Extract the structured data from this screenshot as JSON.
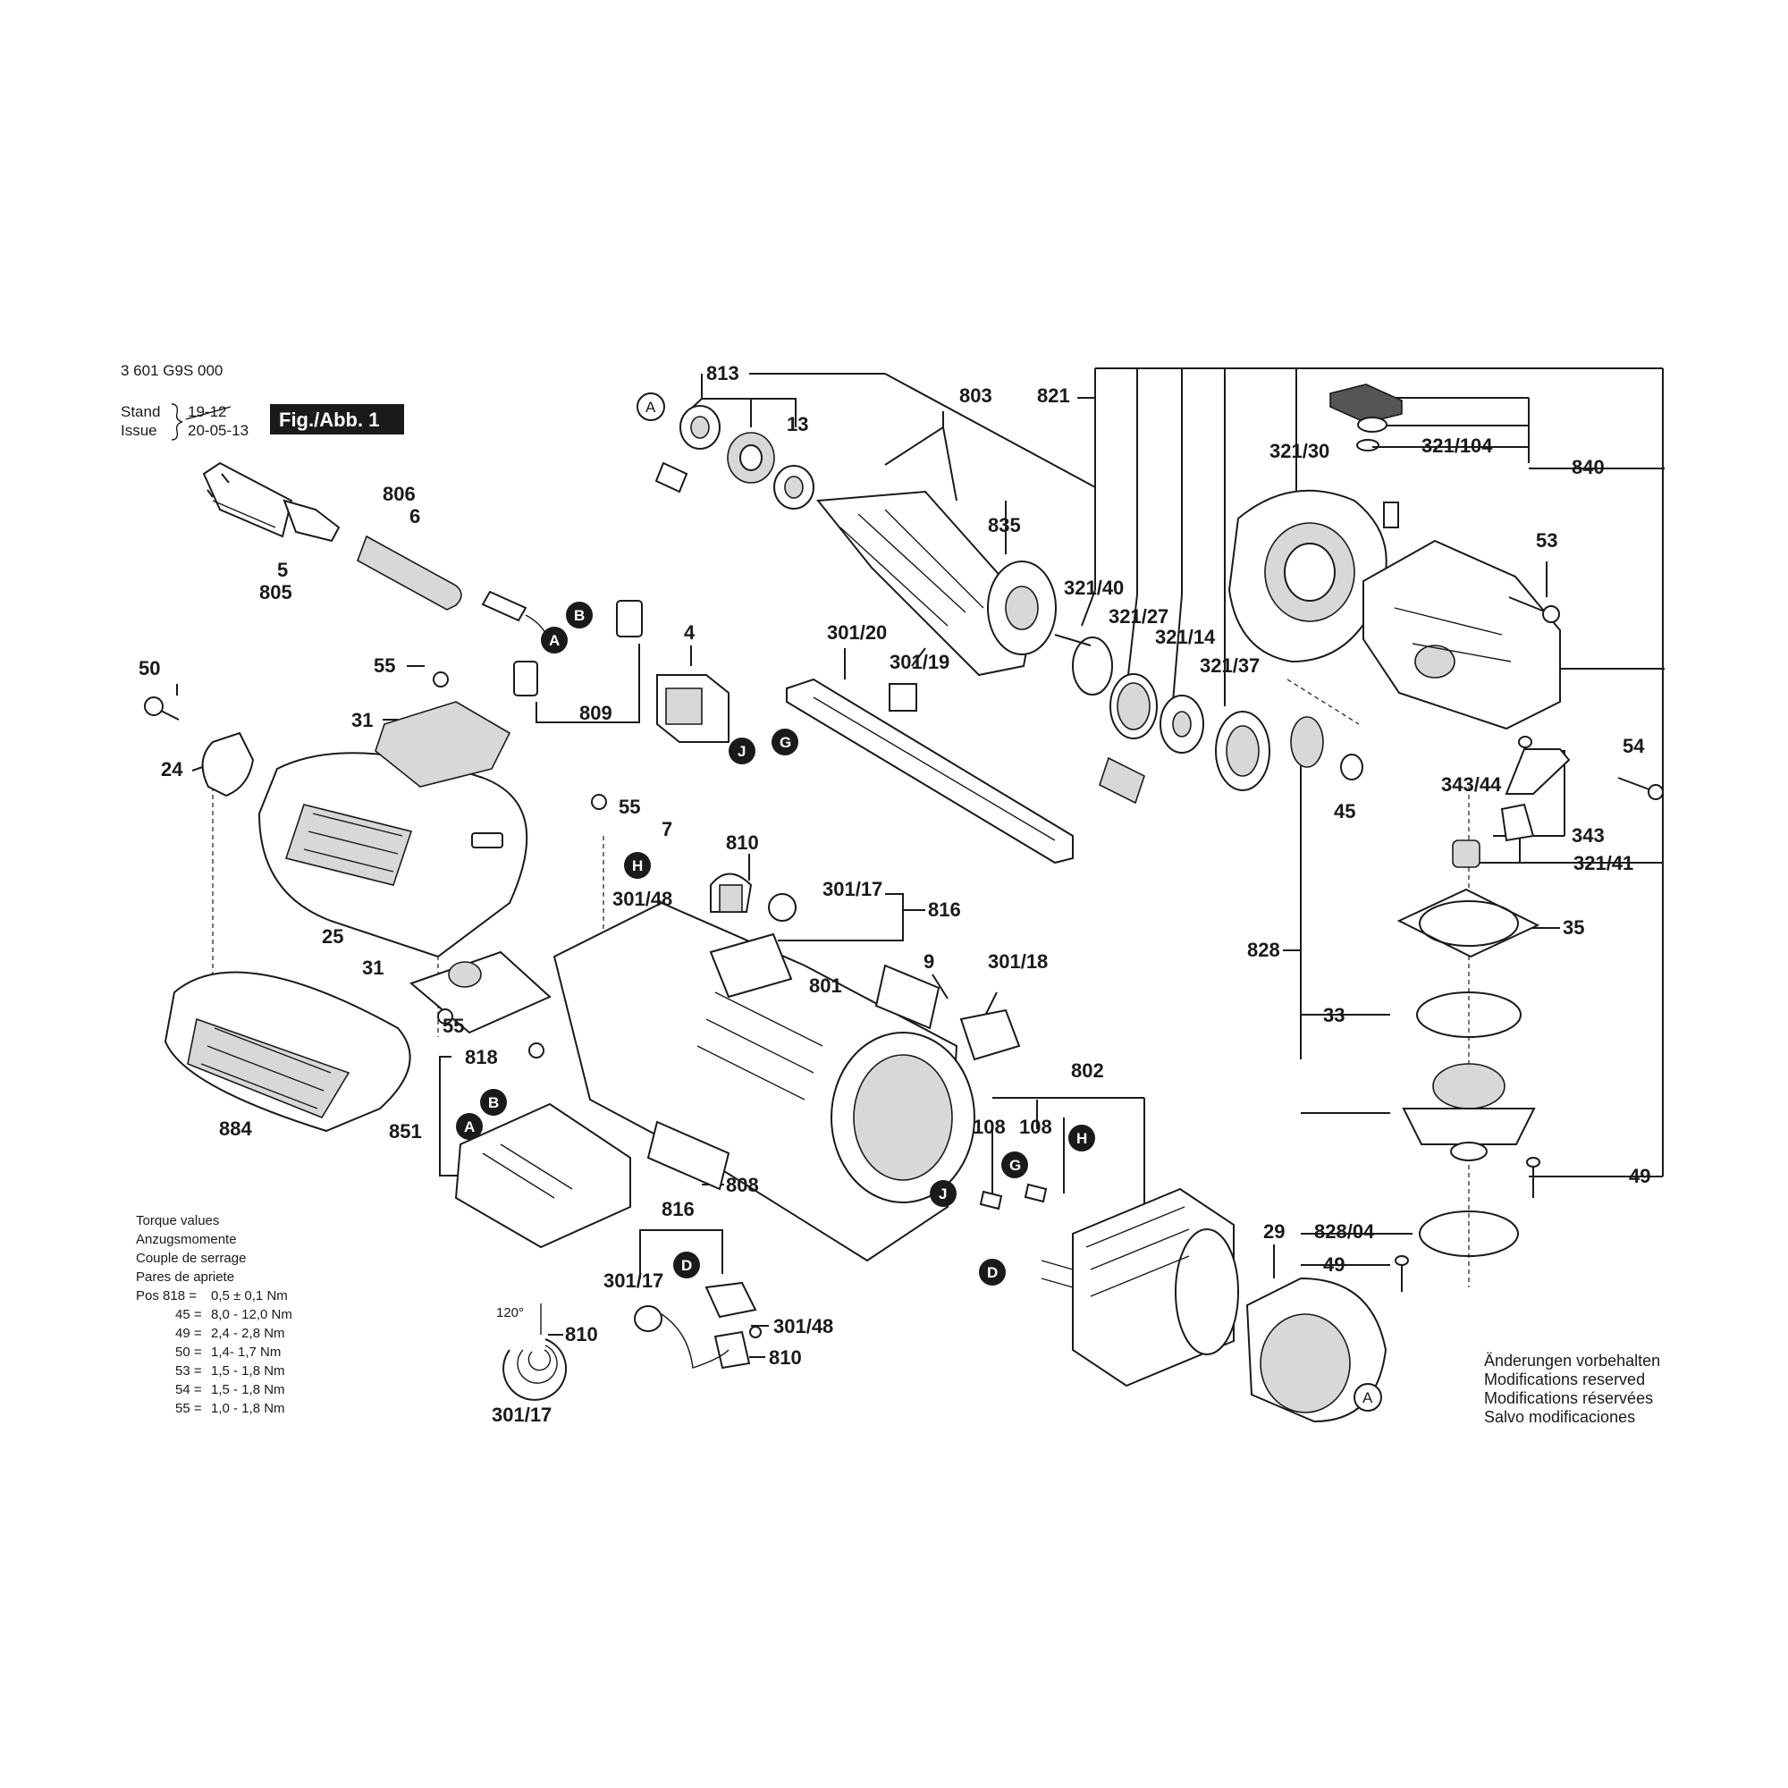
{
  "header": {
    "doc_number": "3 601 G9S 000",
    "stand_label": "Stand",
    "issue_label": "Issue",
    "stand_value": "19-12",
    "issue_value": "20-05-13",
    "figure_label": "Fig./Abb. 1"
  },
  "part_labels": {
    "p813": "813",
    "p803": "803",
    "p821": "821",
    "p13": "13",
    "p835": "835",
    "p806": "806",
    "p6": "6",
    "p5": "5",
    "p805": "805",
    "p321_30": "321/30",
    "p321_104": "321/104",
    "p840": "840",
    "p53": "53",
    "p321_40": "321/40",
    "p321_27": "321/27",
    "p321_14": "321/14",
    "p321_37": "321/37",
    "p4": "4",
    "p301_20": "301/20",
    "p301_19": "301/19",
    "p50": "50",
    "p55a": "55",
    "p31a": "31",
    "p809": "809",
    "p24": "24",
    "p54": "54",
    "p343_44": "343/44",
    "p45": "45",
    "p343": "343",
    "p321_41": "321/41",
    "p55b": "55",
    "p7": "7",
    "p810a": "810",
    "p301_17a": "301/17",
    "p301_48a": "301/48",
    "p816a": "816",
    "p25": "25",
    "p35": "35",
    "p828": "828",
    "p31b": "31",
    "p9": "9",
    "p301_18": "301/18",
    "p801": "801",
    "p33": "33",
    "p55c": "55",
    "p818": "818",
    "p884": "884",
    "p851": "851",
    "p802": "802",
    "p108a": "108",
    "p108b": "108",
    "p808": "808",
    "p49a": "49",
    "p816b": "816",
    "p29": "29",
    "p828_04": "828/04",
    "p49b": "49",
    "p301_17b": "301/17",
    "p810b": "810",
    "p301_48b": "301/48",
    "p810c": "810",
    "p301_17c": "301/17"
  },
  "callouts": {
    "A": "A",
    "B": "B",
    "D": "D",
    "G": "G",
    "H": "H",
    "J": "J"
  },
  "angle_label": "120°",
  "torque": {
    "title_lines": [
      "Torque values",
      "Anzugsmomente",
      "Couple de serrage",
      "Pares de apriete"
    ],
    "rows": [
      {
        "pos": "Pos 818 =",
        "value": "0,5 ± 0,1 Nm"
      },
      {
        "pos": "45 =",
        "value": "8,0 - 12,0 Nm"
      },
      {
        "pos": "49 =",
        "value": "2,4 - 2,8 Nm"
      },
      {
        "pos": "50 =",
        "value": "1,4- 1,7 Nm"
      },
      {
        "pos": "53 =",
        "value": "1,5 - 1,8 Nm"
      },
      {
        "pos": "54 =",
        "value": "1,5 - 1,8 Nm"
      },
      {
        "pos": "55 =",
        "value": "1,0 - 1,8 Nm"
      }
    ]
  },
  "footer_notes": [
    "Änderungen vorbehalten",
    "Modifications reserved",
    "Modifications réservées",
    "Salvo modificaciones"
  ]
}
